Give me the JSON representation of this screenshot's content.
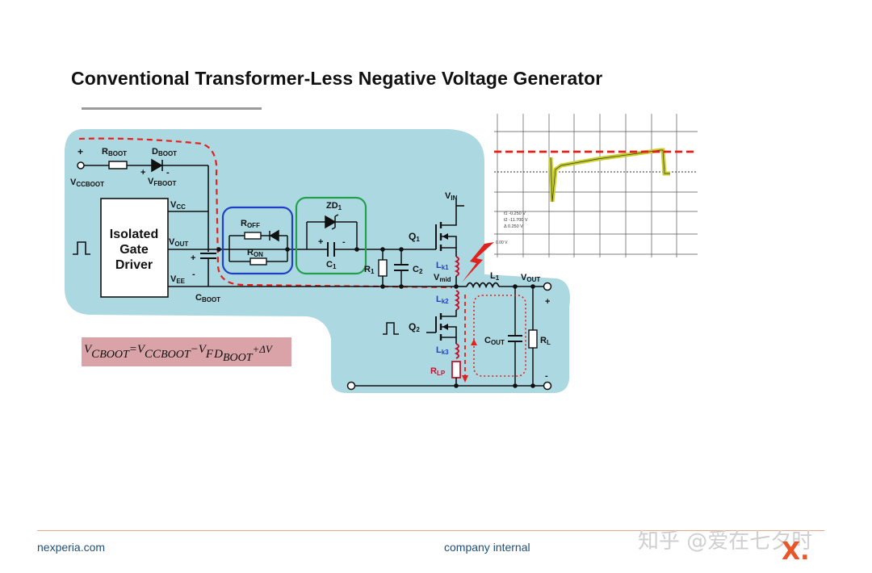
{
  "title": "Conventional Transformer-Less Negative Voltage Generator",
  "diagram": {
    "labels": {
      "plus_in": "+",
      "vccboot_main": "V",
      "vccboot_sub": "CCBOOT",
      "rboot_main": "R",
      "rboot_sub": "BOOT",
      "dboot_main": "D",
      "dboot_sub": "BOOT",
      "vfboot_plus": "+",
      "vfboot_minus": "-",
      "vfboot_main": "V",
      "vfboot_sub": "FBOOT",
      "driver_line1": "Isolated",
      "driver_line2": "Gate",
      "driver_line3": "Driver",
      "vcc_main": "V",
      "vcc_sub": "CC",
      "vout_pin_main": "V",
      "vout_pin_sub": "OUT",
      "vee_main": "V",
      "vee_sub": "EE",
      "cboot_plus": "+",
      "cboot_minus": "-",
      "cboot_main": "C",
      "cboot_sub": "BOOT",
      "roff_main": "R",
      "roff_sub": "OFF",
      "ron_main": "R",
      "ron_sub": "ON",
      "zd1_main": "ZD",
      "zd1_sub": "1",
      "c1_plus": "+",
      "c1_minus": "-",
      "c1_main": "C",
      "c1_sub": "1",
      "r1_main": "R",
      "r1_sub": "1",
      "c2_main": "C",
      "c2_sub": "2",
      "vin_main": "V",
      "vin_sub": "IN",
      "q1_main": "Q",
      "q1_sub": "1",
      "lk1_main": "L",
      "lk1_sub": "k1",
      "vmid_main": "V",
      "vmid_sub": "mid",
      "l1_main": "L",
      "l1_sub": "1",
      "vout_main": "V",
      "vout_sub": "OUT",
      "out_plus": "+",
      "out_minus": "-",
      "lk2_main": "L",
      "lk2_sub": "k2",
      "q2_main": "Q",
      "q2_sub": "2",
      "cout_main": "C",
      "cout_sub": "OUT",
      "rl_main": "R",
      "rl_sub": "L",
      "lk3_main": "L",
      "lk3_sub": "k3",
      "rlp_main": "R",
      "rlp_sub": "LP"
    },
    "formula": {
      "v": "V",
      "c_boot_1": "C",
      "boot_1": "BOOT",
      "eq": "=V",
      "cc": "CC",
      "boot_2": "BOOT",
      "minus_v": "−V",
      "f": "F",
      "d": "D",
      "boot_3": "BOOT",
      "delta": "+ΔV"
    },
    "scope": {
      "row1": "t1   -0.250 V",
      "row2": "t2   -11.700 V",
      "row3": "Δ    0.250 V",
      "marker": "0.00 V"
    }
  },
  "footer": {
    "left": "nexperia.com",
    "center": "company internal",
    "watermark": "知乎 @爱在七夕时",
    "logo": "X."
  },
  "colors": {
    "background_region": "#acd8e2",
    "wire": "#111111",
    "red_dash": "#e0211d",
    "blue_box": "#1f3fc7",
    "green_box": "#22a04a",
    "inductor": "#c8102e",
    "label_blue": "#1f3fc7",
    "formula_bg": "#d9a3a8",
    "scope_trace": "#c9cf2a",
    "accent": "#e8562a"
  }
}
